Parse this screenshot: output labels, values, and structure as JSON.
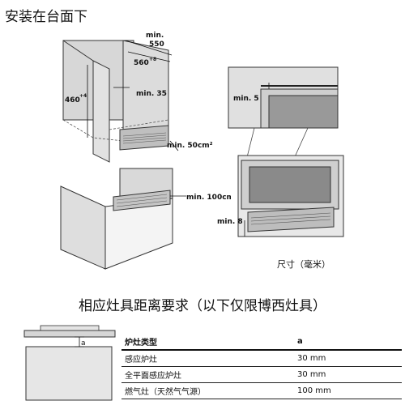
{
  "heading": "安装在台面下",
  "subheading": "相应灶具距离要求（以下仅限博西灶具）",
  "caption": "尺寸（毫米）",
  "labels": {
    "min550_top": "min.",
    "min550_val": "550",
    "w560": "560",
    "w560_sup": "+8",
    "h460": "460",
    "h460_sup": "+4",
    "min35": "min. 35",
    "min50cm2": "min. 50cm²",
    "min100cm2": "min. 100cm²",
    "min5": "min. 5",
    "min8": "min. 8",
    "a": "a"
  },
  "table": {
    "headers": [
      "炉灶类型",
      "a"
    ],
    "rows": [
      [
        "感应炉灶",
        "30 mm"
      ],
      [
        "全平面感应炉灶",
        "30 mm"
      ],
      [
        "燃气灶（天然气气源）",
        "100 mm"
      ]
    ]
  }
}
